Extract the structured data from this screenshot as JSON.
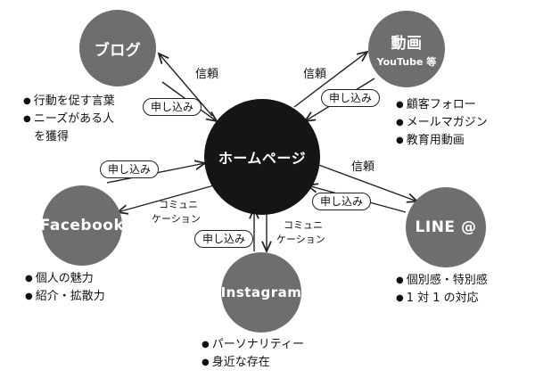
{
  "center": {
    "label": "ホームページ"
  },
  "nodes": {
    "blog": {
      "label": "ブログ",
      "bullets": [
        "行動を促す言葉",
        "ニーズがある人",
        "を獲得"
      ]
    },
    "youtube": {
      "label": "動画",
      "sublabel": "YouTube 等",
      "bullets": [
        "顧客フォロー",
        "メールマガジン",
        "教育用動画"
      ]
    },
    "facebook": {
      "label": "Facebook",
      "bullets": [
        "個人の魅力",
        "紹介・拡散力"
      ]
    },
    "line": {
      "label": "LINE @",
      "bullets": [
        "個別感・特別感",
        "1 対 1 の対応"
      ]
    },
    "instagram": {
      "label": "Instagram",
      "bullets": [
        "パーソナリティー",
        "身近な存在"
      ]
    }
  },
  "edge_labels": {
    "trust": "信頼",
    "apply": "申し込み",
    "communication_line1": "コミュニ",
    "communication_line2": "ケーション"
  },
  "colors": {
    "satellite": "#6e6e6e",
    "center": "#151515",
    "arrow": "#222222"
  }
}
